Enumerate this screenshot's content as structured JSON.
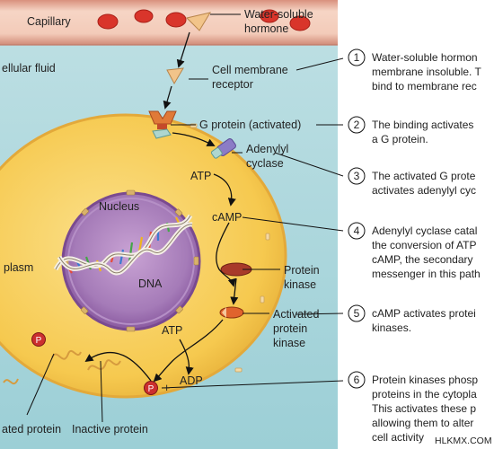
{
  "labels": {
    "capillary": "Capillary",
    "hormone_line1": "Water-soluble",
    "hormone_line2": "hormone",
    "extracellular_fluid": "ellular fluid",
    "receptor_line1": "Cell membrane",
    "receptor_line2": "receptor",
    "g_protein": "G protein (activated)",
    "adenylyl_line1": "Adenylyl",
    "adenylyl_line2": "cyclase",
    "atp_top": "ATP",
    "camp": "cAMP",
    "nucleus": "Nucleus",
    "dna": "DNA",
    "cytoplasm": "plasm",
    "protein_kinase_line1": "Protein",
    "protein_kinase_line2": "kinase",
    "activated_pk_line1": "Activated",
    "activated_pk_line2": "protein",
    "activated_pk_line3": "kinase",
    "atp_bottom": "ATP",
    "adp": "ADP",
    "plus": "+",
    "phosphate": "P",
    "activated_protein": "ated protein",
    "inactive_protein": "Inactive protein"
  },
  "steps": [
    {
      "num": "1",
      "lines": [
        "Water-soluble hormon",
        "membrane insoluble. T",
        "bind to membrane rec"
      ]
    },
    {
      "num": "2",
      "lines": [
        "The binding activates",
        "a G protein."
      ]
    },
    {
      "num": "3",
      "lines": [
        "The activated G prote",
        "activates adenylyl cyc"
      ]
    },
    {
      "num": "4",
      "lines": [
        "Adenylyl cyclase catal",
        "the conversion of ATP",
        "cAMP, the secondary",
        "messenger in this path"
      ]
    },
    {
      "num": "5",
      "lines": [
        "cAMP activates protei",
        "kinases."
      ]
    },
    {
      "num": "6",
      "lines": [
        "Protein kinases phosp",
        "proteins in the cytopla",
        "This activates these p",
        "allowing them to alter",
        "cell activity"
      ]
    }
  ],
  "watermark": "HLKMX.COM",
  "colors": {
    "capillary": "#f2c9b8",
    "blood_cell": "#d9352b",
    "fluid": "#b5dbe0",
    "cytoplasm": "#f7cd57",
    "nucleus": "#9a63ad",
    "hormone": "#f2c48a",
    "receptor": "#e07a38",
    "kinase": "#a83a2a"
  }
}
